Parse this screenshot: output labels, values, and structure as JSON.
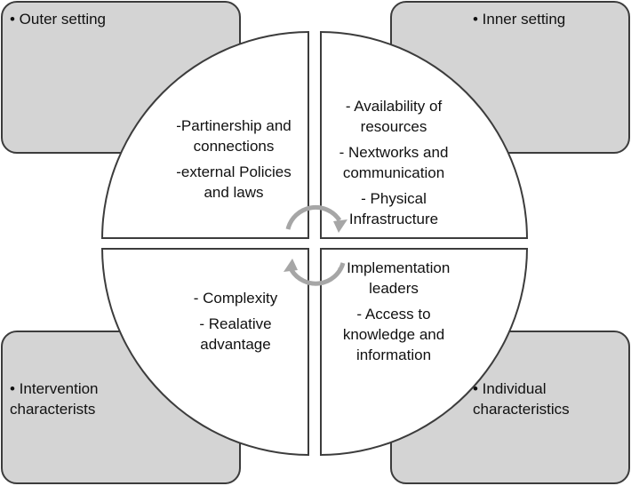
{
  "corners": {
    "outer": "• Outer setting",
    "inner": "• Inner setting",
    "intervention": [
      "• Intervention",
      "characterists"
    ],
    "individual": [
      "• Individual",
      "characteristics"
    ]
  },
  "quadrants": {
    "top_left": [
      "-Partinership and connections",
      "-external Policies and laws"
    ],
    "top_right": [
      "- Availability of resources",
      "- Nextworks and communication",
      "- Physical Infrastructure"
    ],
    "bottom_left": [
      "- Complexity",
      "- Realative advantage"
    ],
    "bottom_right": [
      "- Implementation leaders",
      "- Access to knowledge and information"
    ]
  },
  "colors": {
    "box_fill": "#d4d4d4",
    "outline": "#3c3c3c",
    "arrow": "#a6a6a6"
  }
}
